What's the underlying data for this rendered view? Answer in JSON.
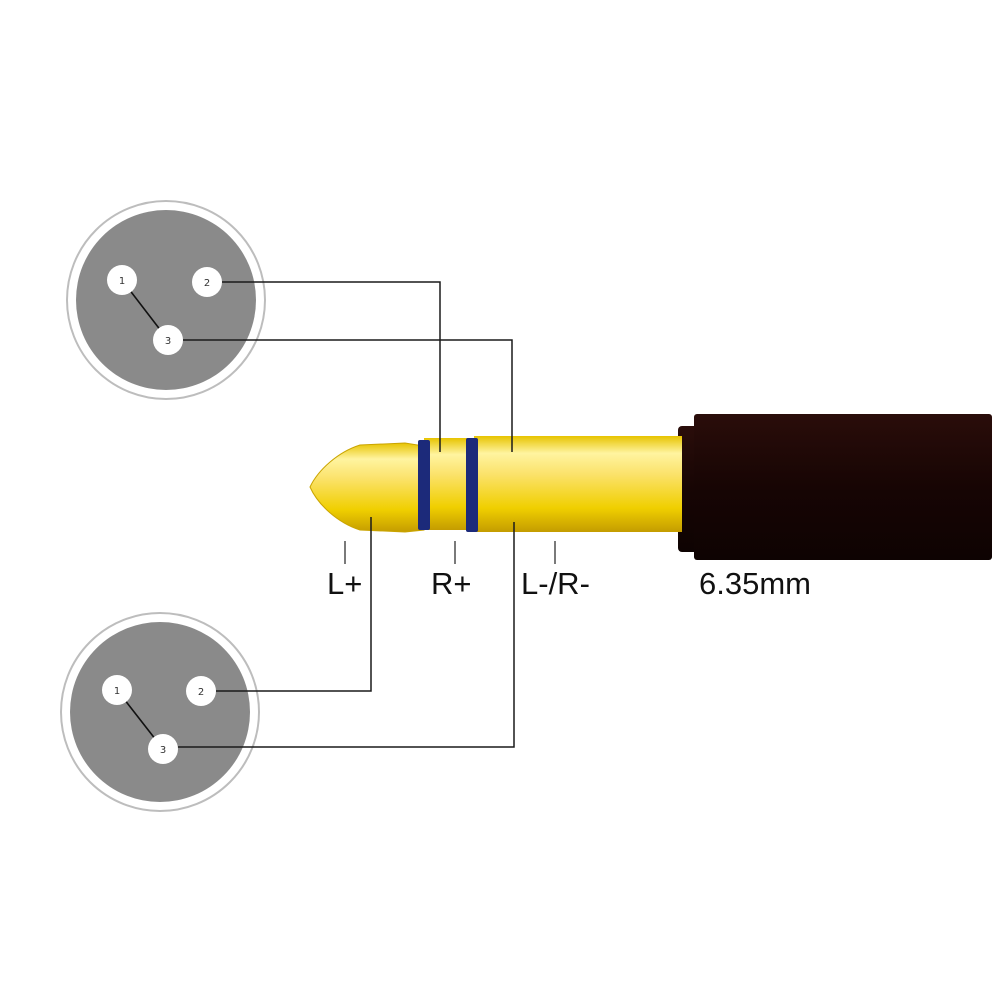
{
  "colors": {
    "background": "#ffffff",
    "connector_face": "#8a8a8a",
    "connector_ring": "#cfcfcf",
    "pin": "#ffffff",
    "plug_gold": "#f2d000",
    "plug_gold_highlight": "#fff4a0",
    "band": "#1c2a7a",
    "sleeve": "#1a0706",
    "wire": "#1a1a1a"
  },
  "connectors": [
    {
      "name": "xlr-connector-top",
      "pins": [
        "1",
        "2",
        "3"
      ]
    },
    {
      "name": "xlr-connector-bottom",
      "pins": [
        "1",
        "2",
        "3"
      ]
    }
  ],
  "plug": {
    "size_label": "6.35mm",
    "terminals": {
      "tip": "L+",
      "ring": "R+",
      "sleeve": "L-/R-"
    }
  }
}
